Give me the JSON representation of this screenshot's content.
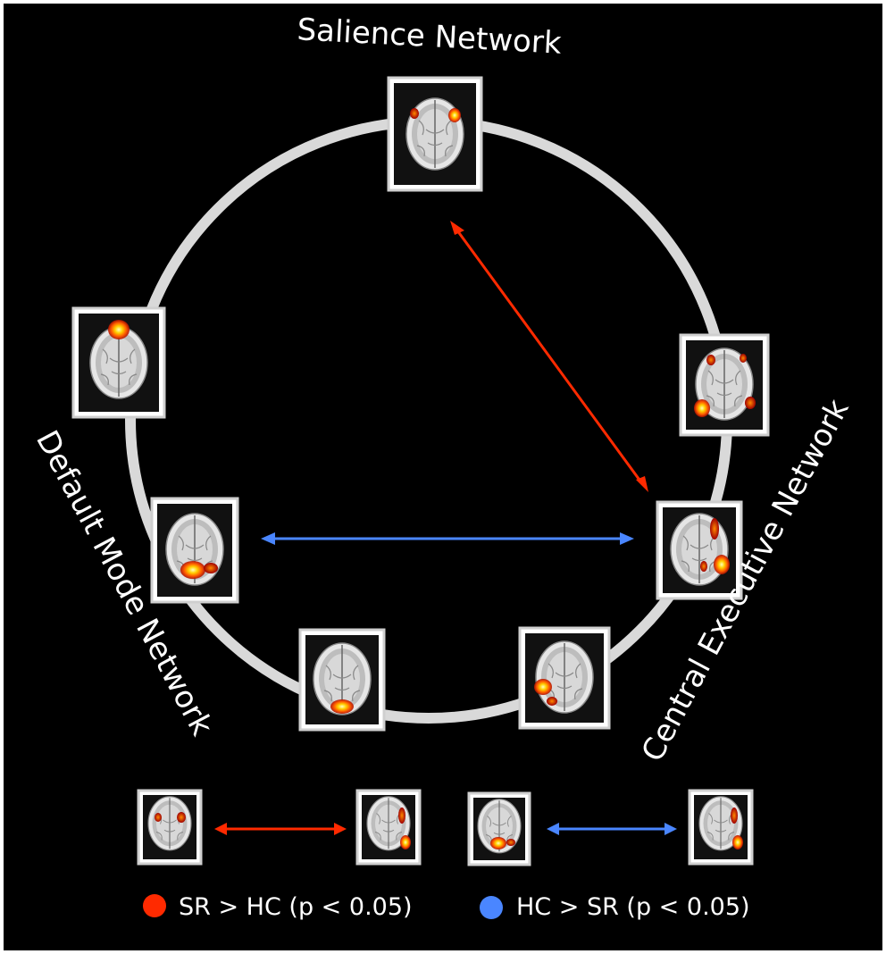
{
  "networks": {
    "salience": "Salience Network",
    "default_mode": "Default Mode Network",
    "central_executive": "Central Executive Network"
  },
  "legend": {
    "sr_gt_hc": "SR > HC (p < 0.05)",
    "hc_gt_sr": "HC > SR (p < 0.05)"
  },
  "colors": {
    "background": "#000000",
    "ring": "#d9d9d9",
    "sr_gt_hc": "#ff2a00",
    "hc_gt_sr": "#4a86ff"
  }
}
